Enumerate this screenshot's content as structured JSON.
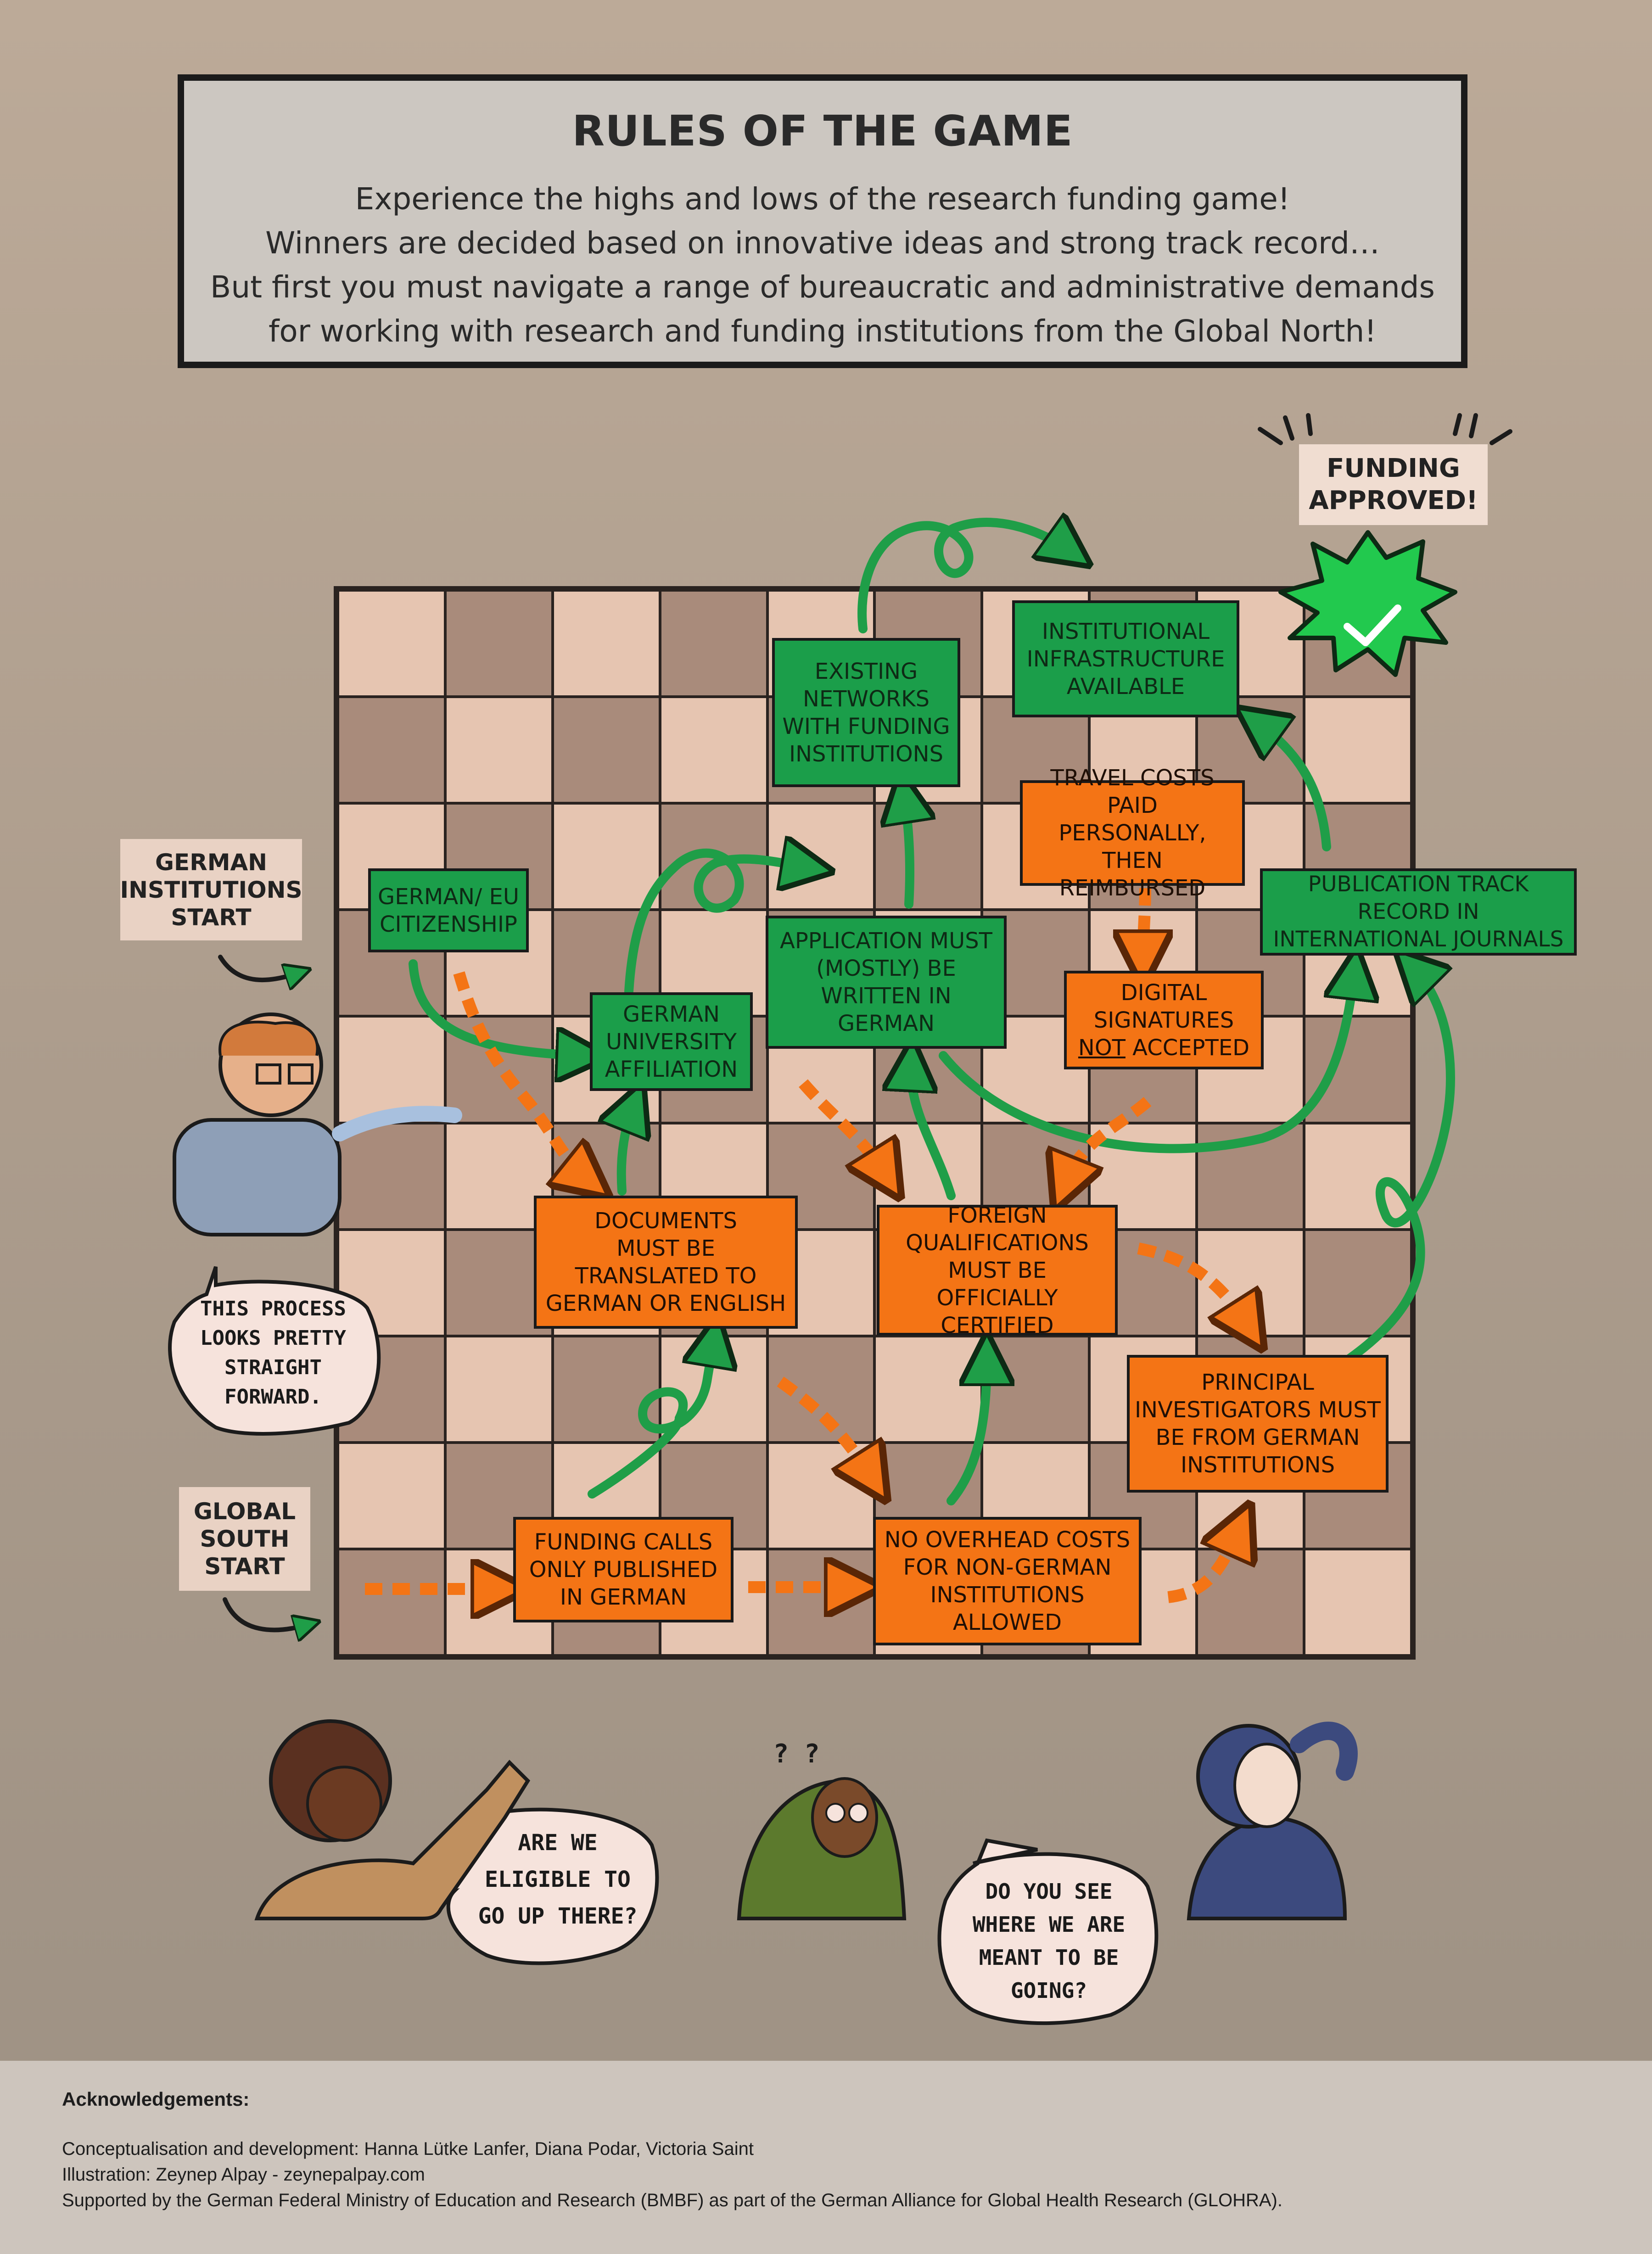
{
  "header": {
    "title": "RULES OF THE GAME",
    "lines": [
      "Experience the highs and lows of the research funding game!",
      "Winners are decided based on innovative ideas and strong track record…",
      "But first you must navigate a range of bureaucratic and administrative demands",
      "for working with research and funding institutions from the Global North!"
    ]
  },
  "goal": {
    "line1": "FUNDING",
    "line2": "APPROVED!"
  },
  "starts": {
    "german": [
      "GERMAN",
      "INSTITUTIONS",
      "START"
    ],
    "global_south": [
      "GLOBAL",
      "SOUTH",
      "START"
    ]
  },
  "tiles": {
    "existing_networks": [
      "EXISTING",
      "NETWORKS",
      "WITH FUNDING",
      "INSTITUTIONS"
    ],
    "institutional_infrastructure": [
      "INSTITUTIONAL",
      "INFRASTRUCTURE",
      "AVAILABLE"
    ],
    "travel_costs": [
      "TRAVEL COSTS PAID",
      "PERSONALLY,",
      "THEN REIMBURSED"
    ],
    "german_eu_citizenship": [
      "GERMAN/ EU",
      "CITIZENSHIP"
    ],
    "application_german": [
      "APPLICATION MUST",
      "(MOSTLY) BE",
      "WRITTEN IN",
      "GERMAN"
    ],
    "publication_track": [
      "PUBLICATION TRACK",
      "RECORD IN",
      "INTERNATIONAL JOURNALS"
    ],
    "german_university": [
      "GERMAN",
      "UNIVERSITY",
      "AFFILIATION"
    ],
    "digital_signatures": {
      "line1": "DIGITAL",
      "line2": "SIGNATURES",
      "not": "NOT",
      "rest": " ACCEPTED"
    },
    "documents_translated": [
      "DOCUMENTS",
      "MUST BE",
      "TRANSLATED TO",
      "GERMAN OR ENGLISH"
    ],
    "foreign_qualifications": [
      "FOREIGN",
      "QUALIFICATIONS",
      "MUST BE OFFICIALLY",
      "CERTIFIED"
    ],
    "principal_investigators": [
      "PRINCIPAL",
      "INVESTIGATORS MUST",
      "BE FROM GERMAN",
      "INSTITUTIONS"
    ],
    "funding_calls": [
      "FUNDING CALLS",
      "ONLY PUBLISHED",
      "IN GERMAN"
    ],
    "no_overhead": [
      "NO OVERHEAD COSTS",
      "FOR NON-GERMAN",
      "INSTITUTIONS",
      "ALLOWED"
    ]
  },
  "speech": {
    "german_researcher": [
      "THIS PROCESS",
      "LOOKS PRETTY",
      "STRAIGHT",
      "FORWARD."
    ],
    "pointing_researcher": [
      "ARE WE",
      "ELIGIBLE TO",
      "GO UP THERE?"
    ],
    "confused_questions": "? ?",
    "puzzled_researcher": [
      "DO YOU SEE",
      "WHERE WE ARE",
      "MEANT TO BE",
      "GOING?"
    ]
  },
  "acknowledgements": {
    "heading": "Acknowledgements:",
    "concept": "Conceptualisation and development: Hanna Lütke Lanfer, Diana Podar, Victoria Saint",
    "illustration": "Illustration: Zeynep Alpay - zeynepalpay.com",
    "support": "Supported by the German Federal Ministry of Education and Research (BMBF) as part of the German Alliance for Global Health Research (GLOHRA)."
  },
  "colors": {
    "green_tile": "#1b9e4a",
    "orange_tile": "#f47415",
    "green_arrow": "#1f9e48",
    "orange_arrow": "#f47415",
    "badge": "#22c94e"
  }
}
